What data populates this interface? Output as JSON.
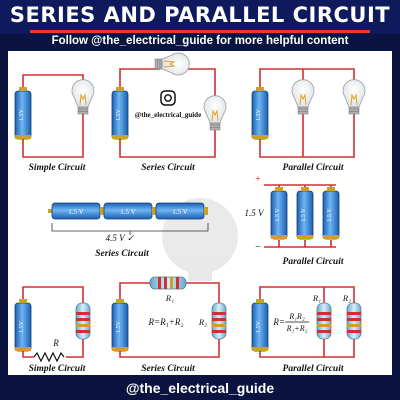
{
  "header": {
    "title": "SERIES AND PARALLEL CIRCUIT",
    "subtitle": "Follow @the_electrical_guide for more helpful content"
  },
  "watermark": {
    "handle": "@the_electrical_guide",
    "icon": "instagram-icon"
  },
  "battery": {
    "label": "1.5 V",
    "short_label": "1.5V"
  },
  "labels": {
    "simple_circuit": "Simple Circuit",
    "series_circuit": "Series Circuit",
    "parallel_circuit": "Parallel Circuit",
    "series_voltage": "4.5 V ✓",
    "parallel_voltage": "1.5 V",
    "plus": "+",
    "minus": "−",
    "r": "R",
    "r1": "R₁",
    "r2": "R₂",
    "series_formula": "R=R₁+R₂",
    "parallel_formula_lhs": "R=",
    "parallel_formula_num": "R₁R₂",
    "parallel_formula_den": "R₁+R₂"
  },
  "footer": {
    "handle": "@the_electrical_guide"
  },
  "colors": {
    "wire": "#d32f2f",
    "battery": "#2f7fd6",
    "cap": "#b8860b",
    "header_bg": "#0e1a5c"
  }
}
